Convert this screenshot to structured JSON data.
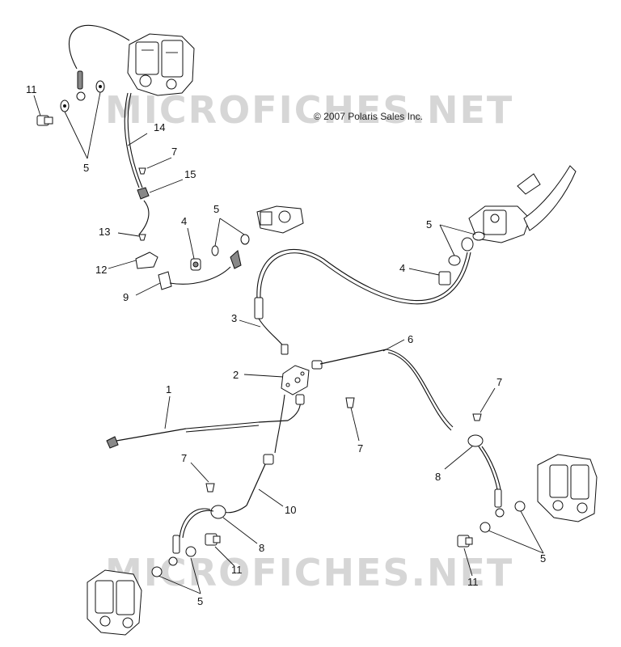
{
  "copyright": "© 2007 Polaris Sales Inc.",
  "watermark": "MICROFICHES.NET",
  "callouts": {
    "c11a": "11",
    "c14": "14",
    "c5a": "5",
    "c7a": "7",
    "c15": "15",
    "c13": "13",
    "c4a": "4",
    "c5b": "5",
    "c12": "12",
    "c9": "9",
    "c5c": "5",
    "c4b": "4",
    "c3": "3",
    "c6": "6",
    "c2": "2",
    "c1": "1",
    "c7b": "7",
    "c7c": "7",
    "c8a": "8",
    "c7d": "7",
    "c10": "10",
    "c8b": "8",
    "c11b": "11",
    "c5d": "5",
    "c5e": "5",
    "c11c": "11"
  },
  "icons": [
    "brake-caliper-icon",
    "master-cylinder-icon",
    "brake-hose-icon",
    "washer-icon",
    "banjo-bolt-icon",
    "clip-icon",
    "distribution-block-icon"
  ]
}
